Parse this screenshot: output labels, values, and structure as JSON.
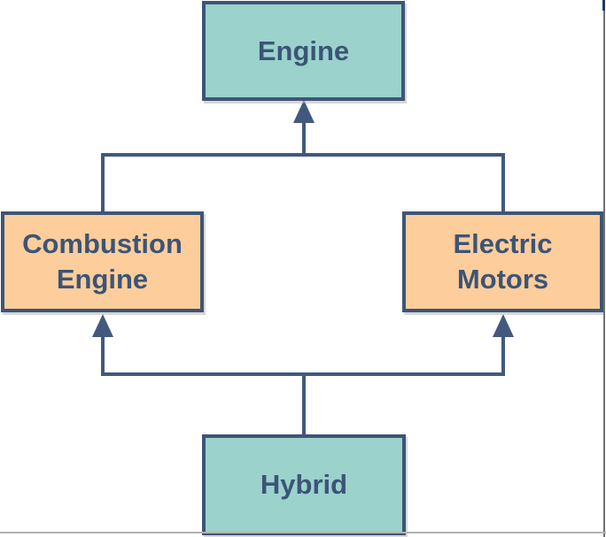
{
  "diagram": {
    "type": "hierarchy-diagram",
    "nodes": [
      {
        "id": "engine",
        "label": "Engine",
        "fill": "#9BD2CC"
      },
      {
        "id": "combustion-engine",
        "label": "Combustion\nEngine",
        "fill": "#FDCE9B"
      },
      {
        "id": "electric-motors",
        "label": "Electric\nMotors",
        "fill": "#FDCE9B"
      },
      {
        "id": "hybrid",
        "label": "Hybrid",
        "fill": "#9BD2CC"
      }
    ],
    "edges": [
      {
        "from": "combustion-engine",
        "to": "engine",
        "arrowhead_at": "engine"
      },
      {
        "from": "electric-motors",
        "to": "engine",
        "arrowhead_at": "engine"
      },
      {
        "from": "hybrid",
        "to": "combustion-engine",
        "arrowhead_at": "combustion-engine"
      },
      {
        "from": "hybrid",
        "to": "electric-motors",
        "arrowhead_at": "electric-motors"
      }
    ],
    "colors": {
      "teal_fill": "#9BD2CC",
      "orange_fill": "#FDCE9B",
      "node_border": "#3E5577",
      "connector": "#42597E",
      "label_text": "#3C5477",
      "frame_right_edge": "#707070",
      "frame_right_edge_cap": "#1F3864",
      "frame_bottom_edge": "#B3B3AE"
    }
  }
}
